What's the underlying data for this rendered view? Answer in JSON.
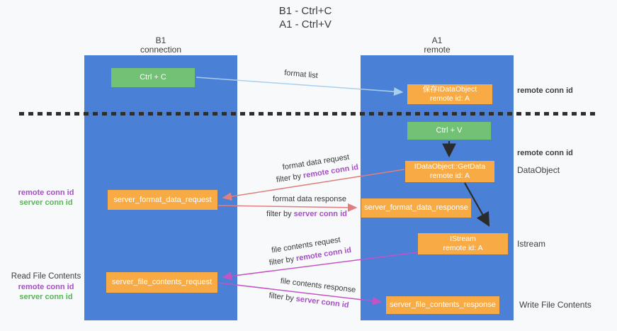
{
  "title": {
    "line1": "B1 - Ctrl+C",
    "line2": "A1 - Ctrl+V"
  },
  "lanes": {
    "left": {
      "name": "B1",
      "role": "connection"
    },
    "right": {
      "name": "A1",
      "role": "remote"
    }
  },
  "nodes": {
    "ctrl_c": "Ctrl + C",
    "ctrl_v": "Ctrl + V",
    "save_dataobject": {
      "line1": "保存IDataObject",
      "line2": "remote id: A"
    },
    "getdata": {
      "line1": "IDataObject::GetData",
      "line2": "remote id: A"
    },
    "istream": {
      "line1": "IStream",
      "line2": "remote id: A"
    },
    "format_request": "server_format_data_request",
    "format_response": "server_format_data_response",
    "file_request": "server_file_contents_request",
    "file_response": "server_file_contents_response"
  },
  "edge_labels": {
    "format_list": "format list",
    "format_data_request": "format data request",
    "format_data_response": "format data response",
    "file_contents_request": "file contents request",
    "file_contents_response": "file contents response",
    "filter_by": "filter by ",
    "remote_conn_id": "remote conn id",
    "server_conn_id": "server conn id"
  },
  "annotations": {
    "right": {
      "remote_conn_id_top": "remote conn id",
      "remote_conn_id_mid": "remote conn id",
      "dataobject": "DataObject",
      "istream": "Istream",
      "write_file_contents": "Write File Contents"
    },
    "left": {
      "remote_conn_id_1": "remote conn id",
      "server_conn_id_1": "server conn id",
      "read_file_contents": "Read File Contents",
      "remote_conn_id_2": "remote conn id",
      "server_conn_id_2": "server conn id"
    }
  },
  "colors": {
    "lane_blue": "#4a80d6",
    "box_orange": "#f8ab44",
    "box_green": "#72c175",
    "purple_text": "#a64fc5",
    "green_text": "#57b657",
    "arrow_salmon": "#e07f7f",
    "arrow_magenta": "#c553c5",
    "arrow_light_blue": "#a9cfee",
    "arrow_black": "#2b2b2b"
  }
}
